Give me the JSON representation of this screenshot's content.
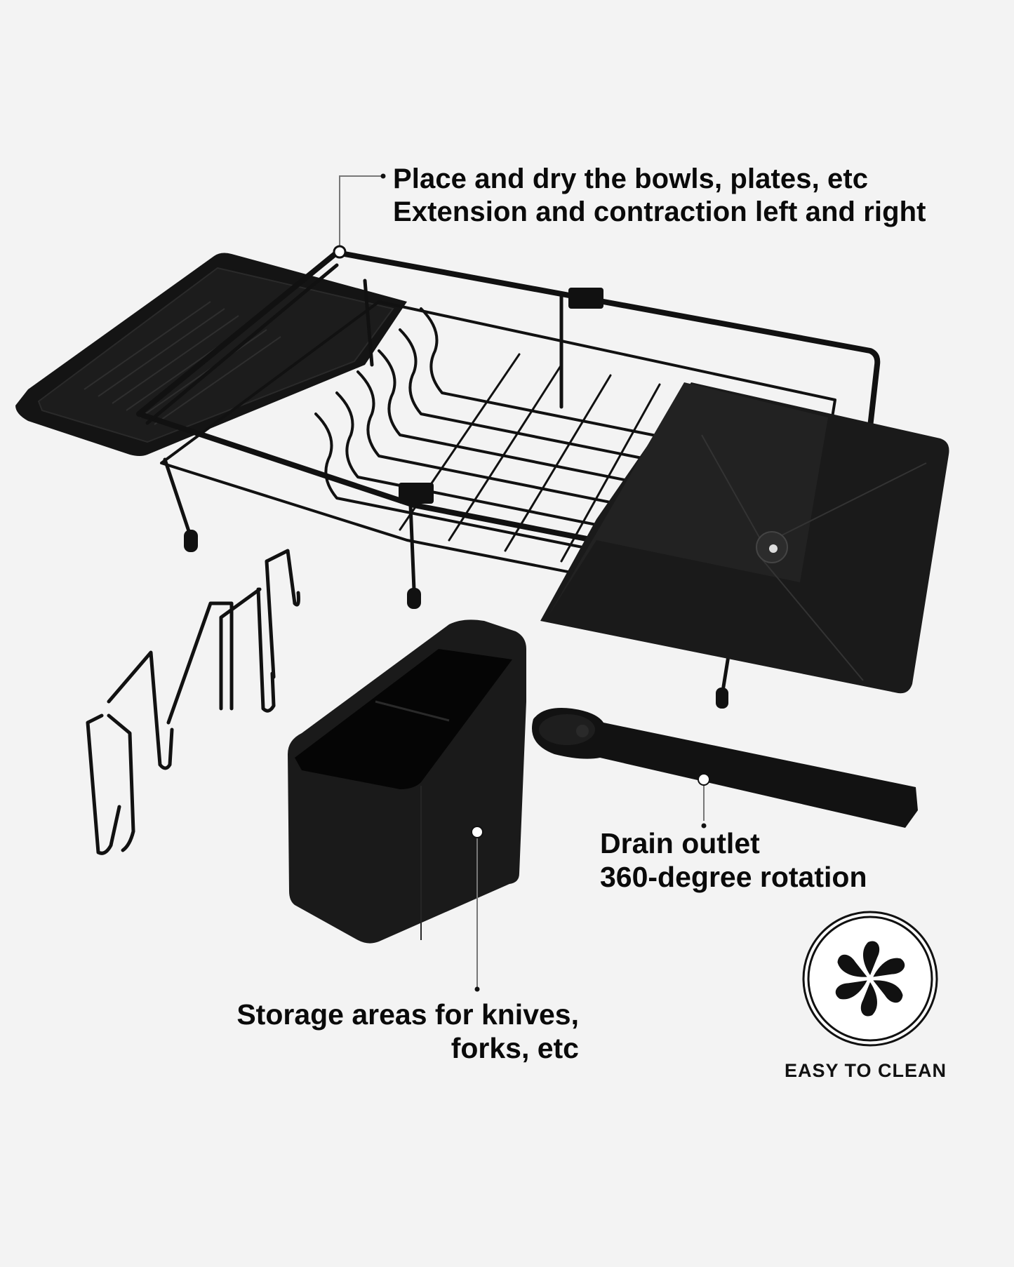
{
  "product": "Expandable dish drying rack (black)",
  "annotations": {
    "rack": {
      "line1": "Place and dry the bowls, plates, etc",
      "line2": "Extension and contraction left and right"
    },
    "drain": {
      "line1": "Drain outlet",
      "line2": "360-degree rotation"
    },
    "storage": {
      "line1": "Storage areas for knives,",
      "line2": "forks, etc"
    }
  },
  "badge": {
    "icon": "pinwheel-water-drops-icon",
    "label": "EASY TO CLEAN"
  },
  "colors": {
    "background": "#f3f3f3",
    "product": "#111111",
    "text": "#0a0a0a"
  }
}
